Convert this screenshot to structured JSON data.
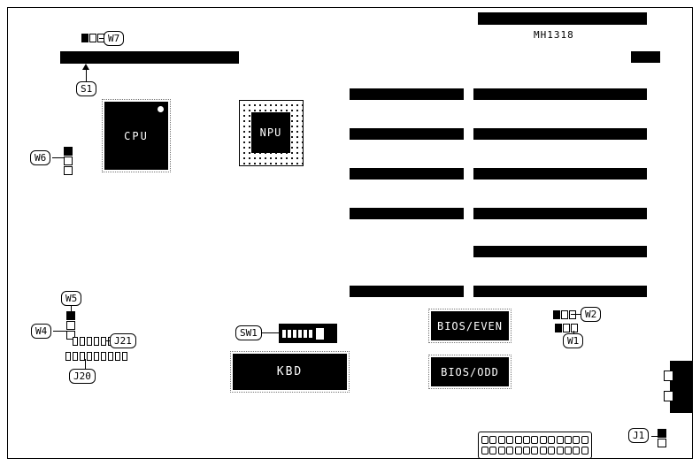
{
  "diagram": {
    "board_label": "MH1318",
    "chips": {
      "cpu": "CPU",
      "npu": "NPU",
      "kbd": "KBD",
      "bios_even": "BIOS/EVEN",
      "bios_odd": "BIOS/ODD"
    },
    "callouts": {
      "w7": "W7",
      "s1": "S1",
      "w6": "W6",
      "w5": "W5",
      "w4": "W4",
      "j21": "J21",
      "j20": "J20",
      "sw1": "SW1",
      "w2": "W2",
      "w1": "W1",
      "j1": "J1"
    }
  }
}
